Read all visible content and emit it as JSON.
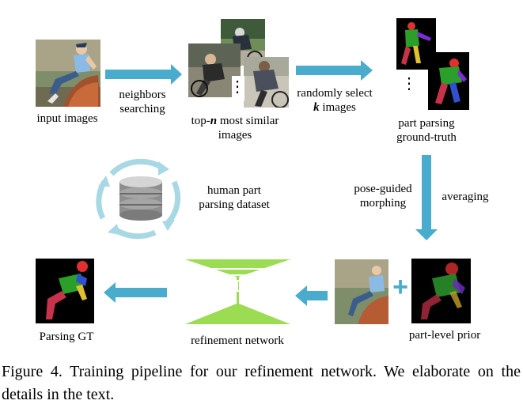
{
  "labels": {
    "input_images": "input images",
    "neighbors_searching": [
      "neighbors",
      "searching"
    ],
    "top_n_prefix": "top-",
    "top_n_var": "n",
    "top_n_suffix": " most similar",
    "top_n_line2": "images",
    "randomly_select": "randomly select",
    "k_var": "k",
    "k_suffix": " images",
    "part_parsing_gt": [
      "part parsing",
      "ground-truth"
    ],
    "human_part_dataset": [
      "human part",
      "parsing dataset"
    ],
    "pose_guided": [
      "pose-guided",
      "morphing"
    ],
    "averaging": "averaging",
    "parsing_gt": "Parsing GT",
    "refinement_network": "refinement network",
    "part_level_prior": "part-level prior",
    "ellipsis": "⋮",
    "plus": "+"
  },
  "caption": "Figure 4. Training pipeline for our refinement network. We elaborate on the details in the text.",
  "colors": {
    "arrow": "#4aaccc",
    "network": "#9bdc52",
    "cycle": "#a8d8e4",
    "segment_head": "#e03030",
    "segment_torso": "#2aa02a",
    "segment_arm": "#7a2fd0",
    "segment_leg": "#c8324a"
  }
}
